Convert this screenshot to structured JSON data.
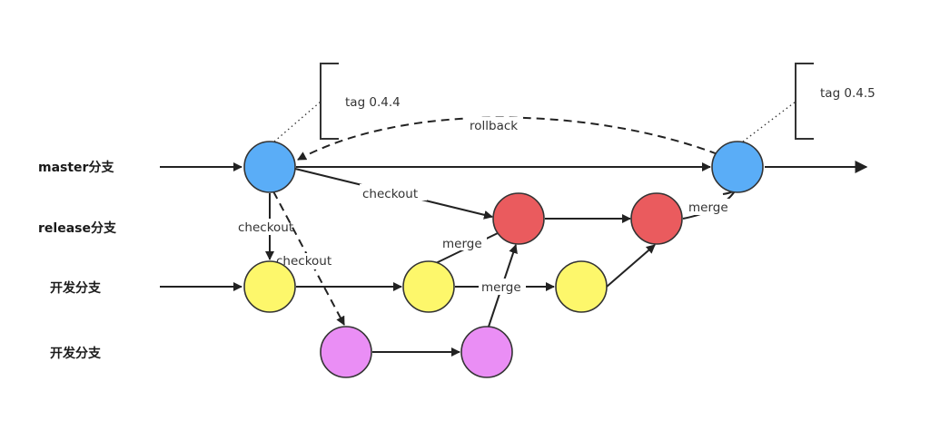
{
  "lanes": {
    "master": "master分支",
    "release": "release分支",
    "dev1": "开发分支",
    "dev2": "开发分支"
  },
  "tags": {
    "tag1": "tag 0.4.4",
    "tag2": "tag 0.4.5"
  },
  "edge_labels": {
    "rollback": "rollback",
    "checkout_master_release": "checkout",
    "checkout_master_dev1": "checkout",
    "checkout_master_dev2": "checkout",
    "merge_dev1_release": "merge",
    "merge_dev2_dev1": "merge",
    "merge_release_master": "merge"
  },
  "colors": {
    "master_node": "#5aadf7",
    "release_node": "#ea5b5e",
    "dev1_node": "#fdf76b",
    "dev2_node": "#ea8ef5",
    "line": "#222222"
  }
}
